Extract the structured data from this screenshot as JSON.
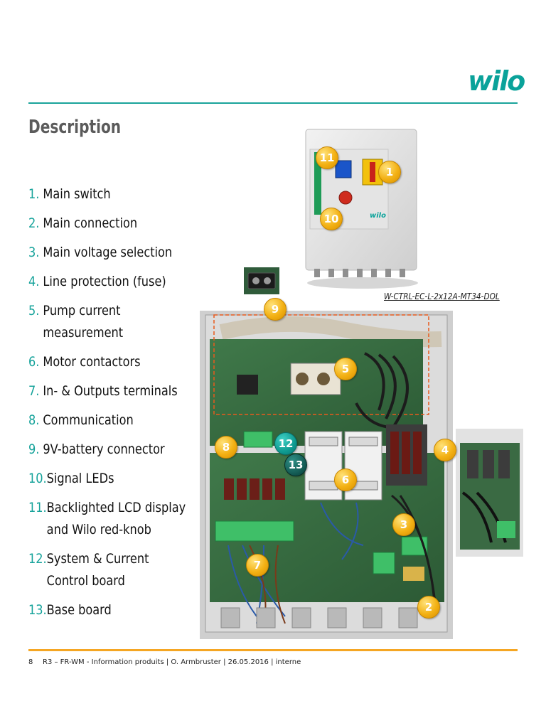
{
  "brand": {
    "logo": "wilo",
    "color": "#0aa29a"
  },
  "title": "Description",
  "items": [
    {
      "num": "1.",
      "text": "Main switch"
    },
    {
      "num": "2.",
      "text": "Main connection"
    },
    {
      "num": "3.",
      "text": "Main voltage selection"
    },
    {
      "num": "4.",
      "text": "Line protection (fuse)"
    },
    {
      "num": "5.",
      "text": "Pump current measurement"
    },
    {
      "num": "6.",
      "text": "Motor contactors"
    },
    {
      "num": "7.",
      "text": "In- & Outputs terminals"
    },
    {
      "num": "8.",
      "text": "Communication"
    },
    {
      "num": "9.",
      "text": "9V-battery connector"
    },
    {
      "num": "10.",
      "text": "Signal LEDs"
    },
    {
      "num": "11.",
      "text": "Backlighted LCD display and Wilo red-knob"
    },
    {
      "num": "12.",
      "text": "System & Current Control board"
    },
    {
      "num": "13.",
      "text": "Base board"
    }
  ],
  "controller": {
    "caption": "W-CTRL-EC-L-2x12A-MT34-DOL",
    "panel_logo": "wilo"
  },
  "badges": {
    "b1": "1",
    "b2": "2",
    "b3": "3",
    "b4": "4",
    "b5": "5",
    "b6": "6",
    "b7": "7",
    "b8": "8",
    "b9": "9",
    "b10": "10",
    "b11": "11",
    "b12": "12",
    "b13": "13"
  },
  "footer": {
    "page": "8",
    "text": "R3 – FR-WM - Information produits | O. Armbruster | 26.05.2016 | interne"
  },
  "colors": {
    "accent": "#1aa39b",
    "badge": "#f3b114",
    "footer_rule": "#f5a623"
  }
}
